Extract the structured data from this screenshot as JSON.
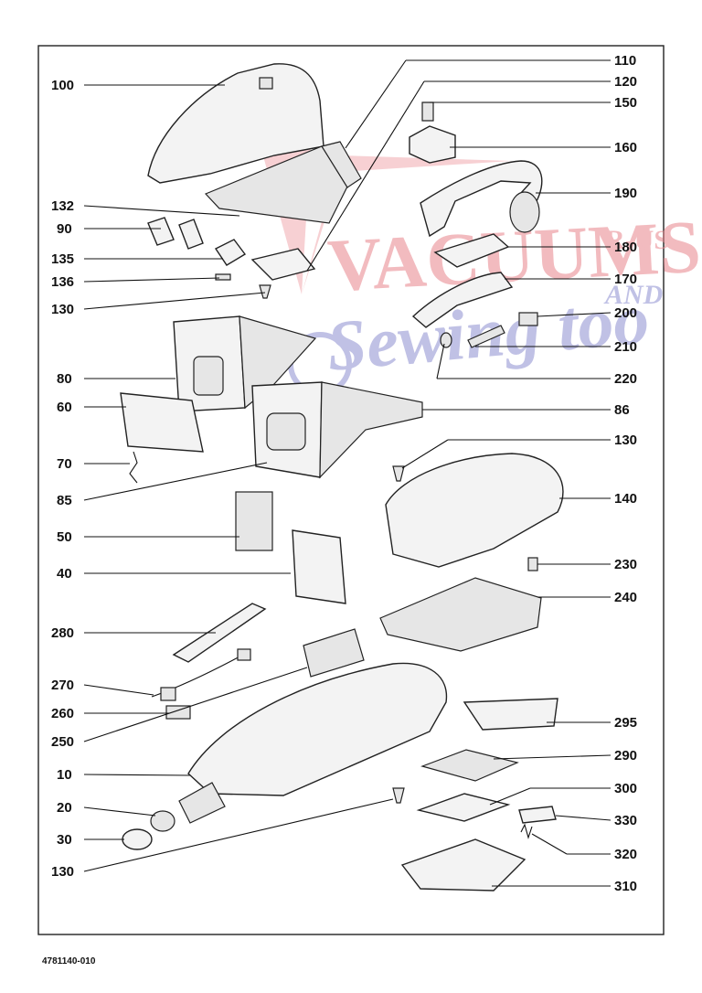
{
  "diagram": {
    "drawing_number": "4781140-010",
    "watermark": {
      "line1": "VACUUMS",
      "line2": "Sewing too",
      "tag1": "R-US",
      "tag2": "AND",
      "colors": {
        "red": "#e8848c",
        "blue": "#8e8fd0"
      }
    },
    "left_labels": [
      "100",
      "132",
      "90",
      "135",
      "136",
      "130",
      "80",
      "60",
      "70",
      "85",
      "50",
      "40",
      "280",
      "270",
      "260",
      "250",
      "10",
      "20",
      "30",
      "130"
    ],
    "right_labels": [
      "110",
      "120",
      "150",
      "160",
      "190",
      "180",
      "170",
      "200",
      "210",
      "220",
      "86",
      "130",
      "140",
      "230",
      "240",
      "295",
      "290",
      "300",
      "330",
      "320",
      "310"
    ]
  }
}
